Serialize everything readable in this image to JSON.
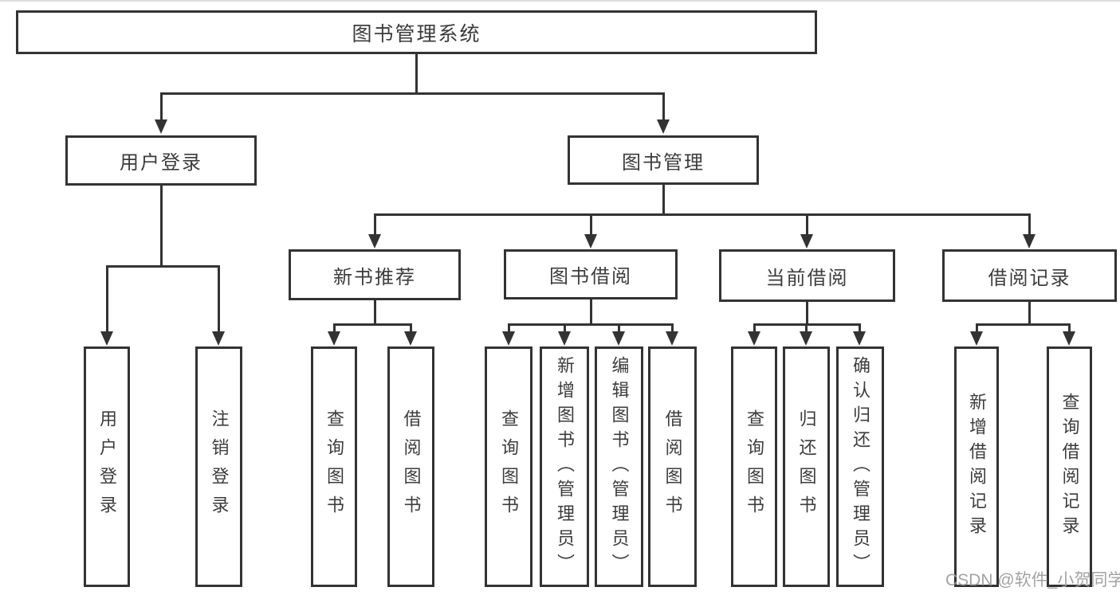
{
  "diagram_type": "hierarchy-tree",
  "watermark": "CSDN @软件_小贺同学",
  "colors": {
    "line": "#333333",
    "text": "#3c3c3c",
    "watermark": "#9e9e9e",
    "background": "#ffffff"
  },
  "tree": {
    "label": "图书管理系统",
    "children": [
      {
        "label": "用户登录",
        "children": [
          {
            "label": "用户登录"
          },
          {
            "label": "注销登录"
          }
        ]
      },
      {
        "label": "图书管理",
        "children": [
          {
            "label": "新书推荐",
            "children": [
              {
                "label": "查询图书"
              },
              {
                "label": "借阅图书"
              }
            ]
          },
          {
            "label": "图书借阅",
            "children": [
              {
                "label": "查询图书"
              },
              {
                "label": "新增图书（管理员）"
              },
              {
                "label": "编辑图书（管理员）"
              },
              {
                "label": "借阅图书"
              }
            ]
          },
          {
            "label": "当前借阅",
            "children": [
              {
                "label": "查询图书"
              },
              {
                "label": "归还图书"
              },
              {
                "label": "确认归还（管理员）"
              }
            ]
          },
          {
            "label": "借阅记录",
            "children": [
              {
                "label": "新增借阅记录"
              },
              {
                "label": "查询借阅记录"
              }
            ]
          }
        ]
      }
    ]
  }
}
